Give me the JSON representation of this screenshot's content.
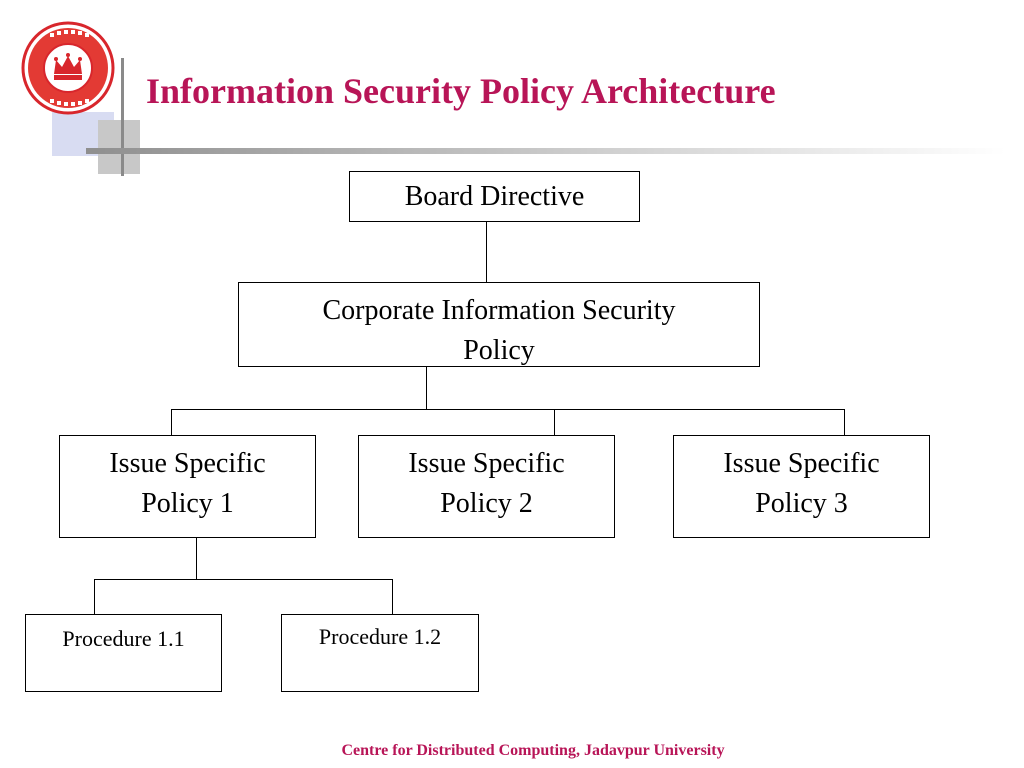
{
  "header": {
    "title": "Information Security Policy Architecture",
    "logo_icon": "university-seal-icon",
    "accent_color": "#b81557"
  },
  "diagram": {
    "root": {
      "label": "Board Directive"
    },
    "corporate": {
      "line1": "Corporate Information Security",
      "line2": "Policy"
    },
    "issues": [
      {
        "line1": "Issue Specific",
        "line2": "Policy 1"
      },
      {
        "line1": "Issue Specific",
        "line2": "Policy 2"
      },
      {
        "line1": "Issue Specific",
        "line2": "Policy 3"
      }
    ],
    "procedures": [
      {
        "label": "Procedure 1.1"
      },
      {
        "label": "Procedure 1.2"
      }
    ]
  },
  "footer": {
    "text": "Centre for Distributed Computing, Jadavpur University"
  }
}
